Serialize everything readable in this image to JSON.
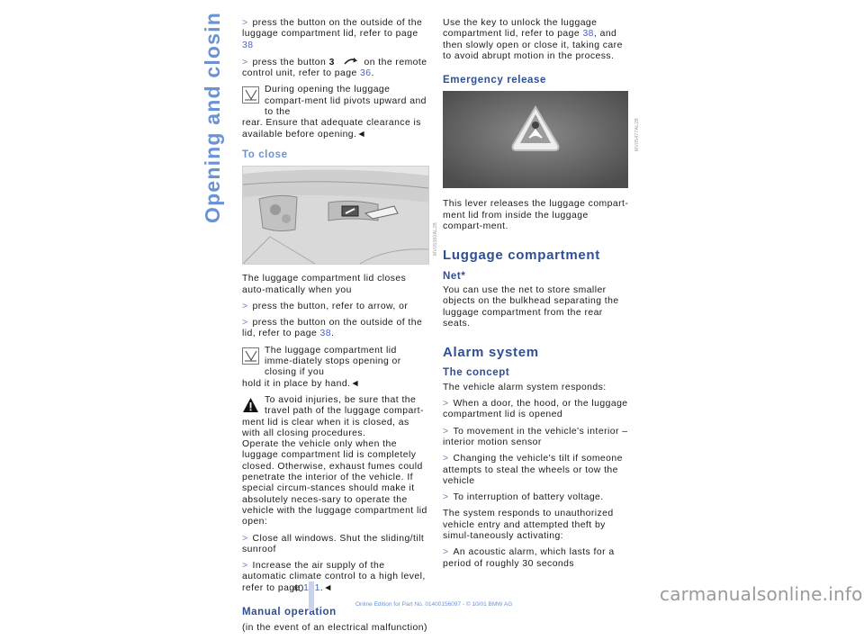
{
  "side_title": "Opening and closing",
  "col1": {
    "intro_bullets": [
      "press the button on the outside of the luggage compartment lid, refer to page ",
      "press the button "
    ],
    "intro_bullet1_page": "38",
    "intro_bullet2_key": "3",
    "intro_bullet2_tail": " on the remote control unit, refer to page ",
    "intro_bullet2_page": "36",
    "note1_first": "During opening the luggage compart-ment lid pivots upward and to the",
    "note1_rest": "rear. Ensure that adequate clearance is available before opening.◄",
    "to_close_heading": "To close",
    "figure1_code": "MV05380AL2B",
    "closes_text": "The luggage compartment lid closes auto-matically when you",
    "close_bullet1": "press the button, refer to arrow, or",
    "close_bullet2": "press the button on the outside of the lid, refer to page ",
    "close_bullet2_page": "38",
    "note2_first": "The luggage compartment lid imme-diately stops opening or closing if you",
    "note2_rest": "hold it in place by hand.◄",
    "warn_first": "To avoid injuries, be sure that the travel path of the luggage compart-",
    "warn_rest": "ment lid is clear when it is closed, as with all closing procedures.",
    "warn_para2": "Operate the vehicle only when the luggage compartment lid is completely closed. Otherwise, exhaust fumes could penetrate the interior of the vehicle. If special circum-stances should make it absolutely neces-sary to operate the vehicle with the luggage compartment lid open:",
    "warn_bullet1": "Close all windows. Shut the sliding/tilt sunroof",
    "warn_bullet2": "Increase the air supply of the automatic climate control to a high level, refer to page ",
    "warn_bullet2_page": "101",
    "warn_bullet2_end": ".◄",
    "manual_heading": "Manual operation",
    "manual_text": "(in the event of an electrical malfunction)"
  },
  "col2": {
    "key_text": "Use the key to unlock the luggage compartment lid, refer to page ",
    "key_page": "38",
    "key_text_tail": ", and then slowly open or close it, taking care to avoid abrupt motion in the process.",
    "emergency_heading": "Emergency release",
    "figure2_code": "MV05477AL2B",
    "lever_text": "This lever releases the luggage compart-ment lid from inside the luggage compart-ment.",
    "luggage_heading": "Luggage compartment",
    "net_heading": "Net*",
    "net_text": "You can use the net to store smaller objects on the bulkhead separating the luggage compartment from the rear seats.",
    "alarm_heading": "Alarm system",
    "concept_heading": "The concept",
    "concept_intro": "The vehicle alarm system responds:",
    "concept_bullets": [
      "When a door, the hood, or the luggage compartment lid is opened",
      "To movement in the vehicle's interior – interior motion sensor",
      "Changing the vehicle's tilt if someone attempts to steal the wheels or tow the vehicle",
      "To interruption of battery voltage."
    ],
    "responds_text": "The system responds to unauthorized vehicle entry and attempted theft by simul-taneously activating:",
    "acoustic_bullet": "An acoustic alarm, which lasts for a period of roughly 30 seconds"
  },
  "bullet_marker": ">",
  "page_number": "40",
  "footer": "Online Edition for Part No. 01400156097 - © 10/01 BMW AG",
  "watermark": "carmanualsonline.info"
}
